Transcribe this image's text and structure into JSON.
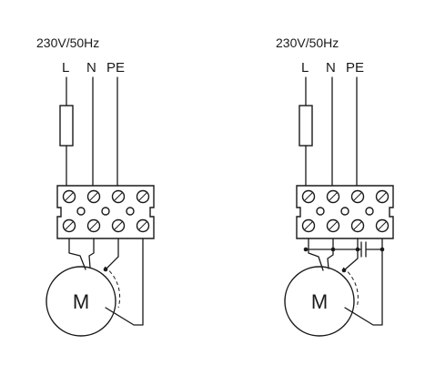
{
  "left": {
    "supply": "230V/50Hz",
    "terminals": [
      "L",
      "N",
      "PE"
    ],
    "motor": "M"
  },
  "right": {
    "supply": "230V/50Hz",
    "terminals": [
      "L",
      "N",
      "PE"
    ],
    "motor": "M"
  },
  "colors": {
    "stroke": "#1a1a1a",
    "background": "#ffffff"
  }
}
